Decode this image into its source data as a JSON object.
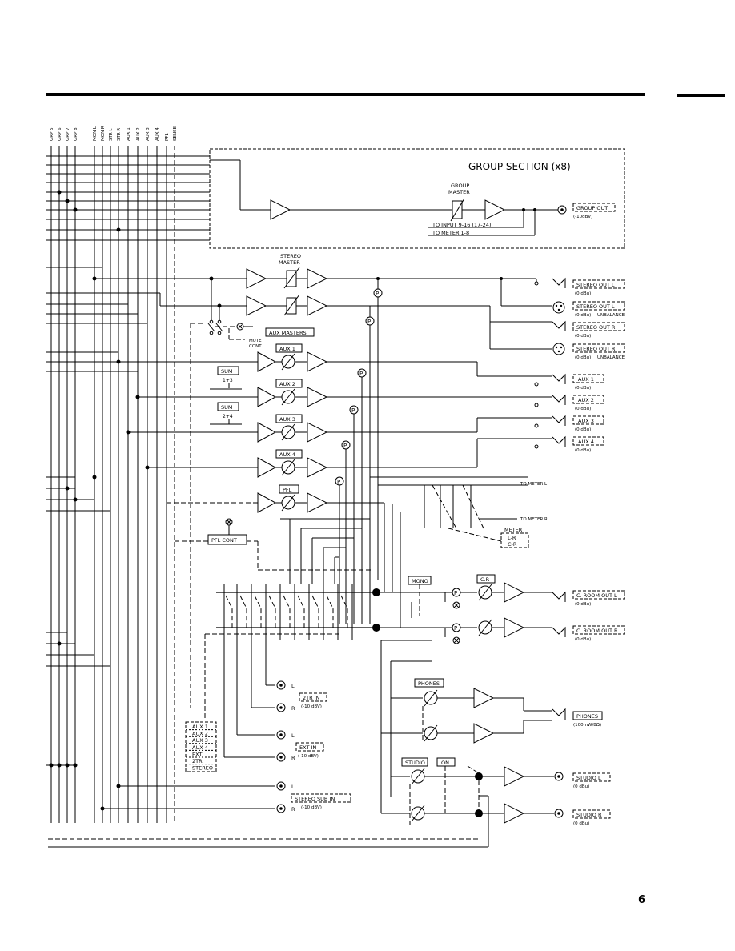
{
  "page": {
    "number": "6"
  },
  "buses": {
    "labels": [
      "GRP 5",
      "GRP 6",
      "GRP 7",
      "GRP 8",
      "MON L",
      "MON R",
      "STR L",
      "STR R",
      "AUX 1",
      "AUX 2",
      "AUX 3",
      "AUX 4",
      "PFL",
      "SENSE"
    ]
  },
  "group_section": {
    "title": "GROUP SECTION (x8)",
    "master_label_1": "GROUP",
    "master_label_2": "MASTER",
    "out_label": "GROUP OUT",
    "out_level": "(-10dBV)",
    "to_input": "TO INPUT 9-16 (17-24)",
    "to_meter": "TO METER 1-8"
  },
  "stereo": {
    "master_1": "STEREO",
    "master_2": "MASTER",
    "out_l": "STEREO OUT L",
    "out_l_level": "(0 dBu)",
    "out_l_bal": "STEREO OUT L",
    "out_l_bal_level": "(0 dBu)",
    "out_r": "STEREO OUT R",
    "out_r_level": "(0 dBu)",
    "out_r_bal": "STEREO OUT R",
    "out_r_bal_level": "(0 dBu)",
    "unbalance": "UNBALANCE"
  },
  "mute_cont": [
    "MUTE",
    "CONT."
  ],
  "aux": {
    "masters_label": "AUX MASTERS",
    "sum_1": "SUM",
    "sum_1_val": "1+3",
    "sum_2": "SUM",
    "sum_2_val": "2+4",
    "labels": [
      "AUX 1",
      "AUX 2",
      "AUX 3",
      "AUX 4"
    ],
    "out_labels": [
      "AUX 1",
      "AUX 2",
      "AUX 3",
      "AUX 4"
    ],
    "out_level": "(0 dBu)"
  },
  "pfl": {
    "label": "PFL",
    "cont": "PFL CONT"
  },
  "meter": {
    "label": "METER",
    "opt_1": "L-R",
    "opt_2": "C-R",
    "to_l": "TO METER L",
    "to_r": "TO METER R"
  },
  "monitor": {
    "mono": "MONO",
    "cr": "C.R",
    "croom_l": "C. ROOM OUT L",
    "croom_r": "C. ROOM OUT R",
    "croom_level": "(0 dBu)",
    "phones_label": "PHONES",
    "phones_out": "PHONES",
    "phones_level": "(100mW/8Ω)",
    "studio_label": "STUDIO",
    "on_label": "ON",
    "studio_l": "STUDIO L",
    "studio_r": "STUDIO R",
    "studio_level": "(0 dBu)"
  },
  "inputs": {
    "l": "L",
    "r": "R",
    "tr2": "2TR IN",
    "tr2_level": "(-10 dBV)",
    "ext": "EXT IN",
    "ext_level": "(-10 dBV)",
    "sub": "STEREO SUB IN",
    "sub_level": "(-10 dBV)"
  },
  "source_select": [
    "AUX 1",
    "AUX 2",
    "AUX 3",
    "AUX 4",
    "EXT",
    "2TR",
    "STEREO"
  ]
}
